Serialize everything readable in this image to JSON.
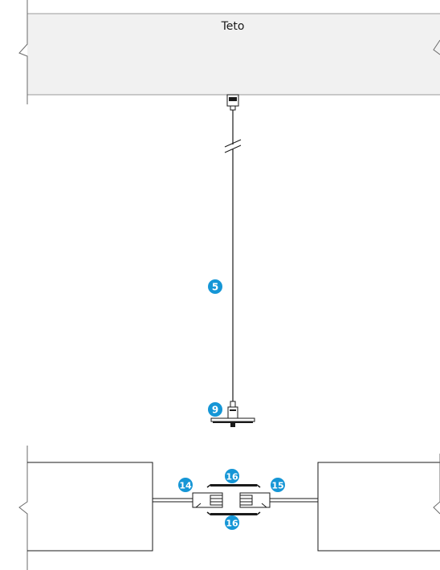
{
  "ceiling": {
    "label": "Teto"
  },
  "callouts": [
    {
      "id": "5"
    },
    {
      "id": "9"
    },
    {
      "id": "14"
    },
    {
      "id": "16"
    },
    {
      "id": "15"
    },
    {
      "id": "16"
    }
  ],
  "colors": {
    "callout": "#1596d6",
    "ceiling_fill": "#f1f1f1",
    "line": "#1a1a1a"
  }
}
